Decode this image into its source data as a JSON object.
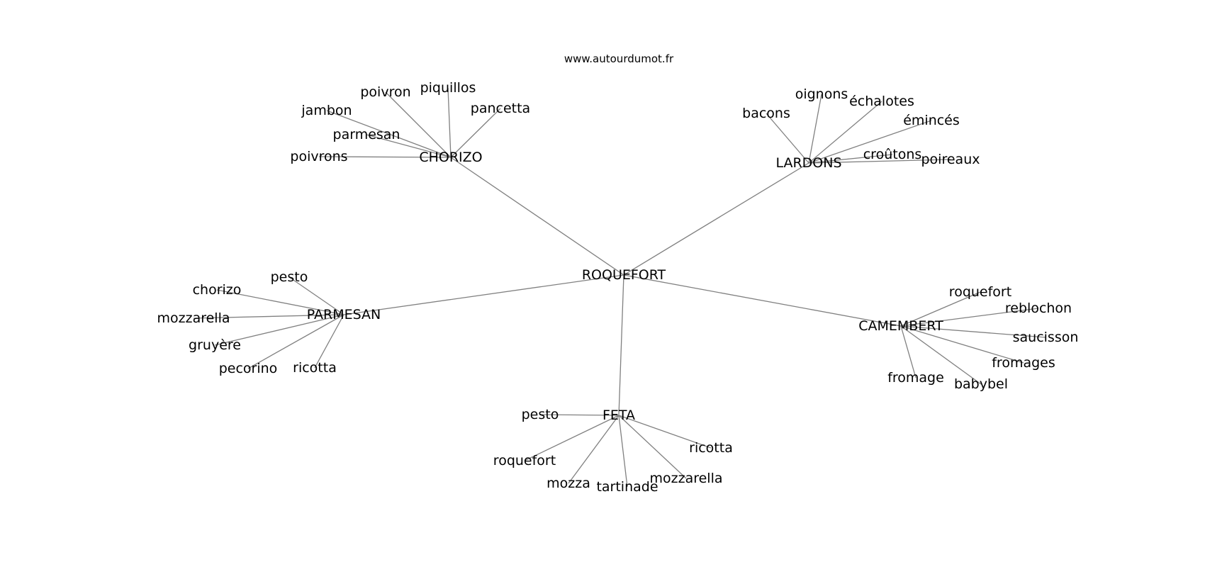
{
  "credit": "www.autourdumot.fr",
  "colors": {
    "edge": "#808080",
    "text": "#000000",
    "background": "#ffffff"
  },
  "root": "ROQUEFORT",
  "clusters": [
    {
      "hub": "CHORIZO",
      "leaves": [
        "poivron",
        "piquillos",
        "pancetta",
        "jambon",
        "parmesan",
        "poivrons"
      ]
    },
    {
      "hub": "LARDONS",
      "leaves": [
        "bacons",
        "oignons",
        "échalotes",
        "émincés",
        "croûtons",
        "poireaux"
      ]
    },
    {
      "hub": "PARMESAN",
      "leaves": [
        "pesto",
        "chorizo",
        "mozzarella",
        "gruyère",
        "pecorino",
        "ricotta"
      ]
    },
    {
      "hub": "CAMEMBERT",
      "leaves": [
        "roquefort",
        "reblochon",
        "saucisson",
        "fromages",
        "babybel",
        "fromage"
      ]
    },
    {
      "hub": "FETA",
      "leaves": [
        "pesto",
        "roquefort",
        "mozza",
        "tartinade",
        "mozzarella",
        "ricotta"
      ]
    }
  ]
}
